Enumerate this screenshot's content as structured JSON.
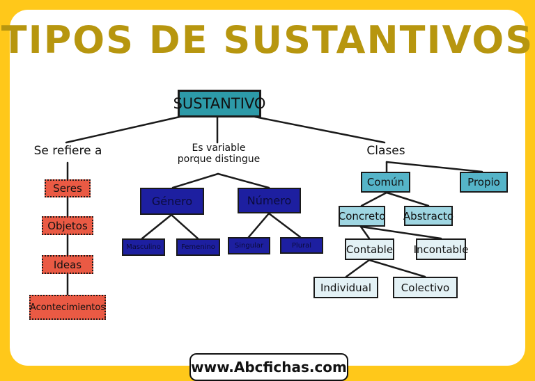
{
  "title": "TIPOS DE SUSTANTIVOS",
  "root": "SUSTANTIVO",
  "branches": {
    "refers": {
      "label": "Se refiere a",
      "items": [
        "Seres",
        "Objetos",
        "Ideas",
        "Acontecimientos"
      ]
    },
    "variable": {
      "label_line1": "Es variable",
      "label_line2": "porque distingue",
      "genero": {
        "label": "Género",
        "children": [
          "Masculino",
          "Femenino"
        ]
      },
      "numero": {
        "label": "Número",
        "children": [
          "Singular",
          "Plural"
        ]
      }
    },
    "clases": {
      "label": "Clases",
      "comun": "Común",
      "propio": "Propio",
      "concreto": "Concreto",
      "abstracto": "Abstracto",
      "contable": "Contable",
      "incontable": "Incontable",
      "individual": "Individual",
      "colectivo": "Colectivo"
    }
  },
  "footer": "www.Abcfichas.com",
  "colors": {
    "background": "#ffc81a",
    "title": "#b7960f",
    "root": "#2d9aa8",
    "red_nodes": "#ea5a44",
    "blue_nodes": "#1d1fa0",
    "teal_nodes": "#55b4c8",
    "light_teal_nodes": "#9fd6e2",
    "pale_nodes": "#e3f1f5"
  }
}
